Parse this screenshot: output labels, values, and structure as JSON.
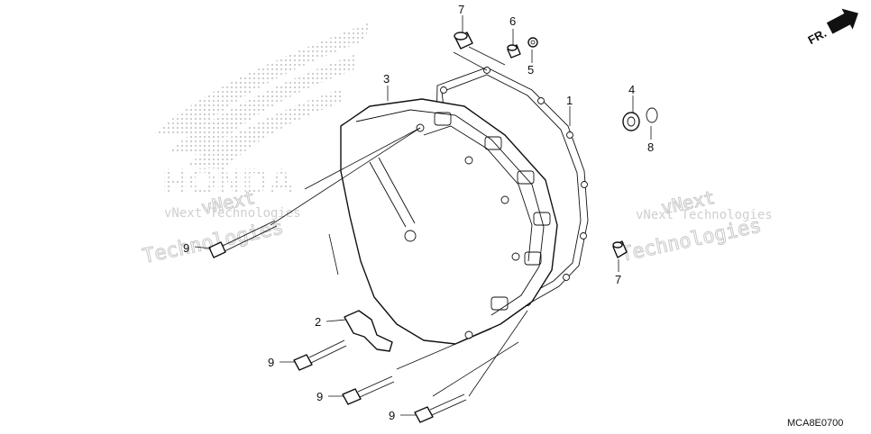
{
  "diagram": {
    "direction_arrow": {
      "label": "FR.",
      "icon": "direction-arrow-icon"
    },
    "diagram_code": "MCA8E0700",
    "watermark": {
      "brand": "HONDA",
      "lines": [
        "vNext Technologies",
        "vNext Technologies"
      ],
      "hollow_lines": [
        "vNext",
        "Technologies",
        "vNext",
        "Technologies"
      ]
    },
    "callouts": [
      {
        "id": "c7a",
        "label": "7"
      },
      {
        "id": "c6",
        "label": "6"
      },
      {
        "id": "c5",
        "label": "5"
      },
      {
        "id": "c3",
        "label": "3"
      },
      {
        "id": "c1",
        "label": "1"
      },
      {
        "id": "c4",
        "label": "4"
      },
      {
        "id": "c8",
        "label": "8"
      },
      {
        "id": "c9a",
        "label": "9"
      },
      {
        "id": "c7b",
        "label": "7"
      },
      {
        "id": "c2",
        "label": "2"
      },
      {
        "id": "c9b",
        "label": "9"
      },
      {
        "id": "c9c",
        "label": "9"
      },
      {
        "id": "c9d",
        "label": "9"
      }
    ],
    "colors": {
      "line": "#111111",
      "watermark": "#cfcfcf",
      "background": "#ffffff"
    }
  }
}
